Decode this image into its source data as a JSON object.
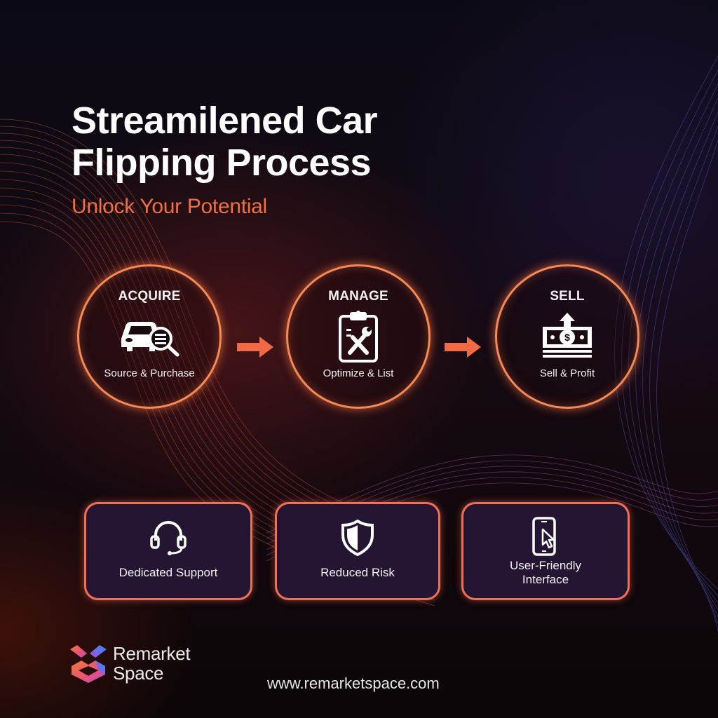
{
  "header": {
    "title_line1": "Streamilened Car",
    "title_line2": "Flipping Process",
    "subtitle": "Unlock Your Potential"
  },
  "process_steps": [
    {
      "label": "ACQUIRE",
      "icon": "car-search-icon",
      "description": "Source & Purchase"
    },
    {
      "label": "MANAGE",
      "icon": "clipboard-tools-icon",
      "description": "Optimize & List"
    },
    {
      "label": "SELL",
      "icon": "money-up-icon",
      "description": "Sell & Profit"
    }
  ],
  "arrows": [
    "arrow-right-icon",
    "arrow-right-icon"
  ],
  "features": [
    {
      "icon": "headset-icon",
      "label": "Dedicated Support"
    },
    {
      "icon": "shield-icon",
      "label": "Reduced Risk"
    },
    {
      "icon": "phone-cursor-icon",
      "label_line1": "User-Friendly",
      "label_line2": "Interface"
    }
  ],
  "brand": {
    "name_line1": "Remarket",
    "name_line2": "Space",
    "url": "www.remarketspace.com"
  },
  "colors": {
    "accent_orange": "#f48a55",
    "subtitle_orange": "#f0703f",
    "card_bg": "#241533",
    "background": "#0d0810"
  }
}
